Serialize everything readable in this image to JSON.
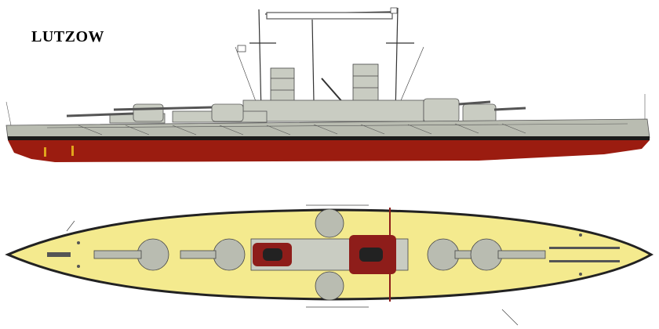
{
  "title": "LUTZOW",
  "colors": {
    "hull_upper": "#b9bcb1",
    "hull_lower": "#9b1c10",
    "boot_topping": "#1a1a1a",
    "deck": "#f4ea8e",
    "superstructure": "#c9ccc2",
    "structure_red": "#8e1d1a",
    "propeller": "#e0a41c"
  },
  "views": [
    "side-profile",
    "plan-view"
  ]
}
